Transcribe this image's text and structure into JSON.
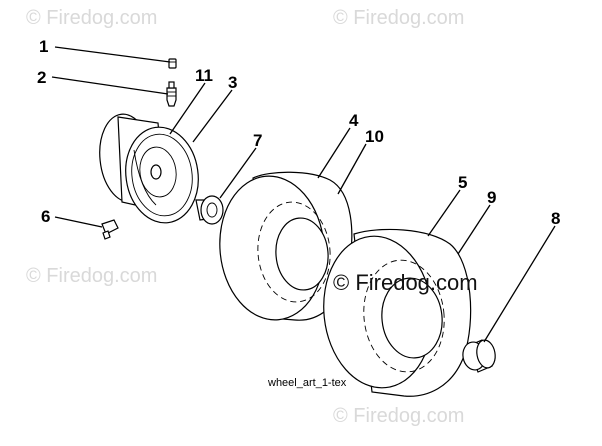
{
  "watermarks": [
    "© Firedog.com",
    "© Firedog.com",
    "© Firedog.com",
    "© Firedog.com"
  ],
  "brand_watermark": "© Firedog.com",
  "caption": "wheel_art_1-tex",
  "callouts": [
    "1",
    "2",
    "11",
    "3",
    "7",
    "4",
    "10",
    "6",
    "5",
    "9",
    "8"
  ]
}
